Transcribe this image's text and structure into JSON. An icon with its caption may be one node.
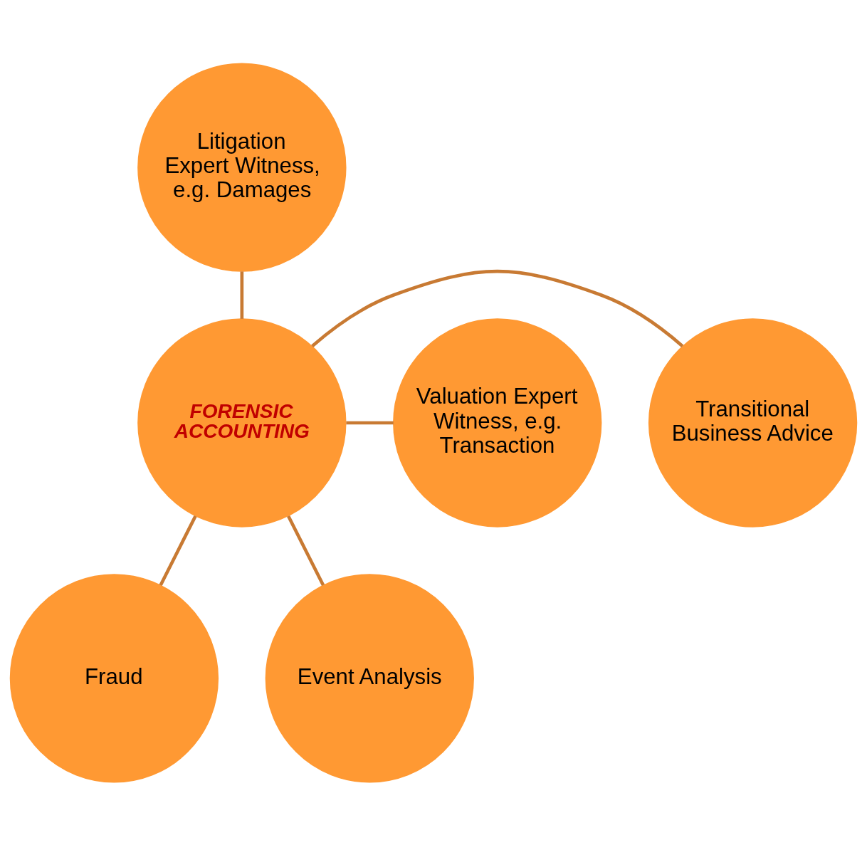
{
  "diagram": {
    "nodes": [
      {
        "text": [
          "Litigation Expert Witness, e.g. Damages"
        ]
      },
      {
        "text": [
          "Transitional Business Advice"
        ]
      },
      {
        "text": [
          "FORENSIC ACCOUNTING"
        ]
      },
      {
        "text": [
          "Valuation Expert Witness, e.g. Transaction"
        ]
      },
      {
        "text": [
          "Fraud"
        ]
      },
      {
        "text": [
          "Event Analysis"
        ]
      }
    ],
    "edges": [
      {
        "from": 2,
        "to": 0,
        "arrow": "none"
      },
      {
        "from": 2,
        "to": 1,
        "arrow": "none"
      },
      {
        "from": 2,
        "to": 3,
        "arrow": "none"
      },
      {
        "from": 2,
        "to": 4,
        "arrow": "none"
      },
      {
        "from": 2,
        "to": 5,
        "arrow": "none"
      }
    ]
  }
}
